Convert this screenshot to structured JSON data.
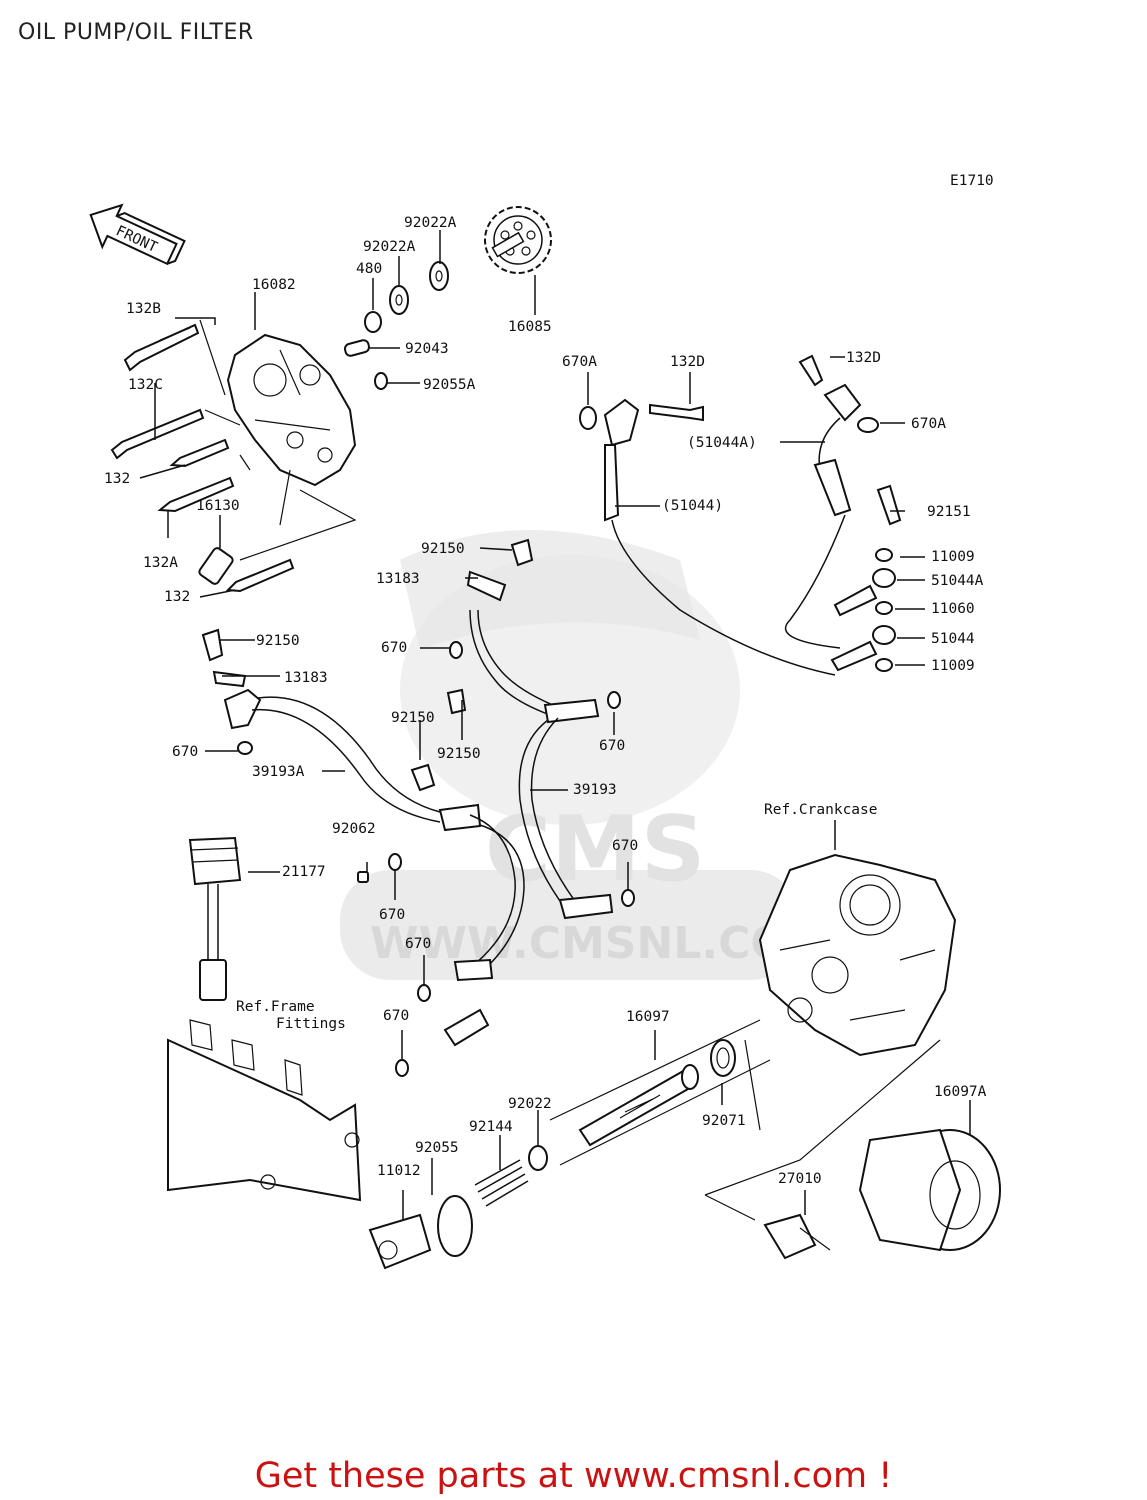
{
  "page": {
    "title": "OIL PUMP/OIL FILTER"
  },
  "diagram": {
    "code": "E1710",
    "front_label": "FRONT",
    "watermark": {
      "brand": "CMS",
      "url": "WWW.CMSNL.COM"
    },
    "refs": {
      "crankcase": "Ref.Crankcase",
      "frame_line1": "Ref.Frame",
      "frame_line2": "Fittings"
    },
    "labels": {
      "p92022A_top": "92022A",
      "p92022A": "92022A",
      "p480": "480",
      "p16082": "16082",
      "p132B": "132B",
      "p16085": "16085",
      "p92043": "92043",
      "p92055A": "92055A",
      "p132C": "132C",
      "p132_a": "132",
      "p16130": "16130",
      "p132A": "132A",
      "p132_b": "132",
      "p670A_a": "670A",
      "p132D_a": "132D",
      "p132D_b": "132D",
      "p670A_b": "670A",
      "p51044A_paren": "(51044A)",
      "p51044_paren": "(51044)",
      "p92151": "92151",
      "p11009_a": "11009",
      "p51044A": "51044A",
      "p11060": "11060",
      "p51044": "51044",
      "p11009_b": "11009",
      "p92150_a": "92150",
      "p13183_a": "13183",
      "p670_a": "670",
      "p92150_b": "92150",
      "p13183_b": "13183",
      "p92150_c": "92150",
      "p92150_d": "92150",
      "p670_b": "670",
      "p670_c": "670",
      "p39193A": "39193A",
      "p39193": "39193",
      "p92062": "92062",
      "p21177": "21177",
      "p670_d": "670",
      "p670_e": "670",
      "p670_f": "670",
      "p670_g": "670",
      "p16097": "16097",
      "p16097A": "16097A",
      "p92022": "92022",
      "p92071": "92071",
      "p92055": "92055",
      "p92144": "92144",
      "p11012": "11012",
      "p27010": "27010"
    }
  },
  "footer": {
    "text": "Get these parts at www.cmsnl.com !"
  },
  "colors": {
    "footer": "#cc1111",
    "line": "#111111",
    "watermark": "#e6e6e6"
  }
}
